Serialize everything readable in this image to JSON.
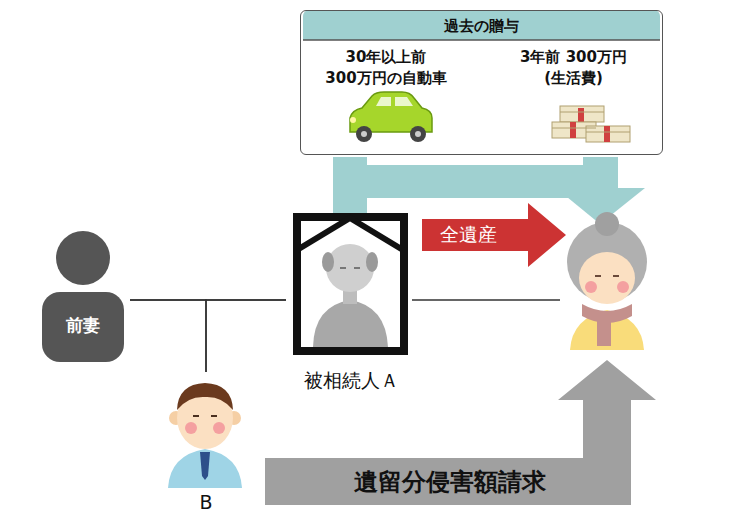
{
  "diagram": {
    "nodes": [
      {
        "text": [
          "過去の贈与"
        ]
      },
      {
        "text": [
          "30年以上前 300万円の自動車"
        ],
        "in": 0
      },
      {
        "text": [
          "3年前 300万円(生活費)"
        ],
        "in": 0
      },
      {
        "text": [
          "前妻"
        ]
      },
      {
        "text": [
          "被相続人Ａ"
        ]
      },
      {
        "text": [
          "B"
        ]
      }
    ],
    "edges": [
      {
        "from": 3,
        "to": 4,
        "arrow": "none"
      },
      {
        "from": 3,
        "to": 5,
        "arrow": "none"
      },
      {
        "from": 4,
        "to": 5,
        "arrow": "none"
      }
    ],
    "labels": [
      "全遺産",
      "遺留分侵害額請求"
    ]
  }
}
